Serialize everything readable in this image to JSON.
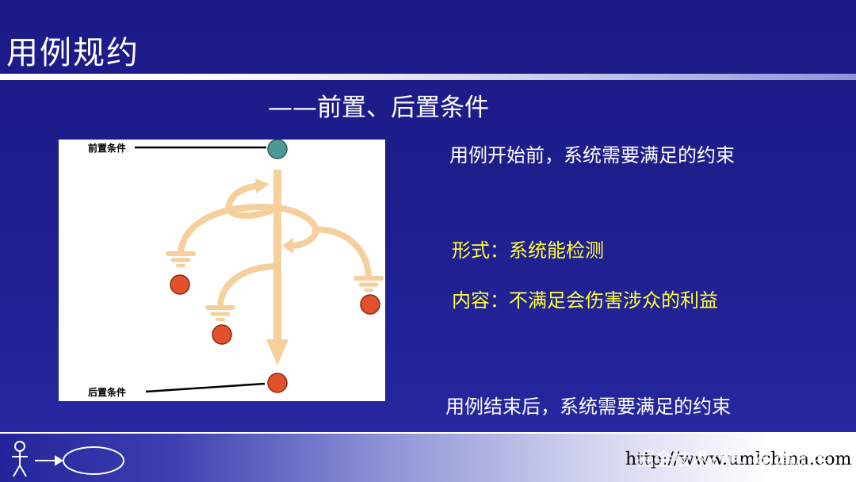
{
  "slide": {
    "title": "用例规约",
    "subtitle": "——前置、后置条件",
    "notes": {
      "precondition_desc": "用例开始前，系统需要满足的约束",
      "form": "形式：系统能检测",
      "content": "内容：不满足会伤害涉众的利益",
      "postcondition_desc": "用例结束后，系统需要满足的约束"
    },
    "diagram": {
      "precondition_label": "前置条件",
      "postcondition_label": "后置条件"
    },
    "footer": {
      "url": "http://www.umlchina.com",
      "watermark": "掘金技术社区 @ 潘加宇"
    }
  },
  "colors": {
    "background": "#1e1e8e",
    "notes_highlight": "#ffff33",
    "flow_arrow": "#f5cf9c",
    "start_node": "#4c9a94",
    "end_node": "#e1522c"
  }
}
